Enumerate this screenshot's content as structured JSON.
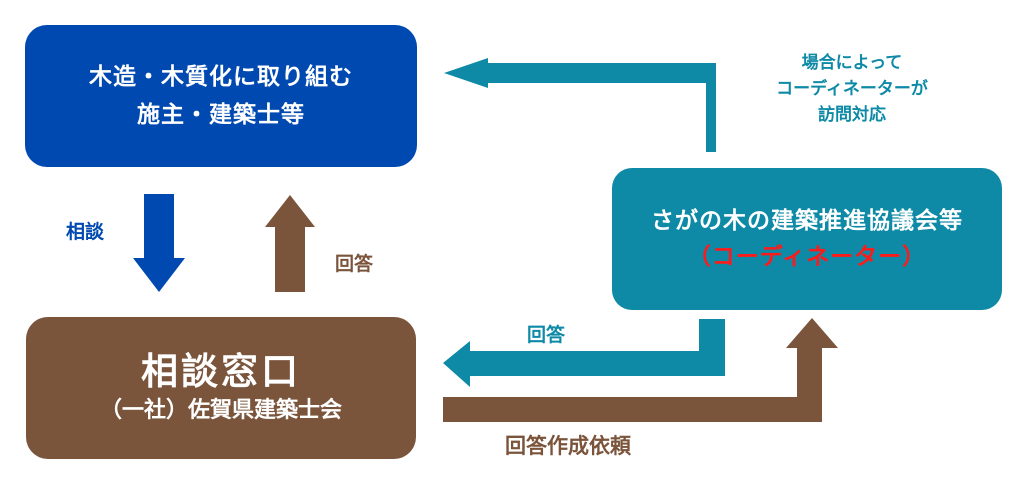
{
  "colors": {
    "owner_blue": "#0049b0",
    "coordinator_teal": "#0e8aa6",
    "desk_brown": "#7a543b",
    "highlight_red": "#ff1a1a"
  },
  "nodes": {
    "owner": {
      "line1": "木造・木質化に取り組む",
      "line2": "施主・建築士等"
    },
    "coordinator": {
      "line1": "さがの木の建築推進協議会等",
      "line2": "（コーディネーター）"
    },
    "desk": {
      "line1": "相談窓口",
      "line2": "（一社）佐賀県建築士会"
    }
  },
  "edges": {
    "consult": {
      "label": "相談",
      "from": "owner",
      "to": "desk"
    },
    "answer_to_owner": {
      "label": "回答",
      "from": "desk",
      "to": "owner"
    },
    "request": {
      "label": "回答作成依頼",
      "from": "desk",
      "to": "coordinator"
    },
    "answer_to_desk": {
      "label": "回答",
      "from": "coordinator",
      "to": "desk"
    },
    "visit": {
      "lines": [
        "場合によって",
        "コーディネーターが",
        "訪問対応"
      ],
      "from": "coordinator",
      "to": "owner"
    }
  }
}
